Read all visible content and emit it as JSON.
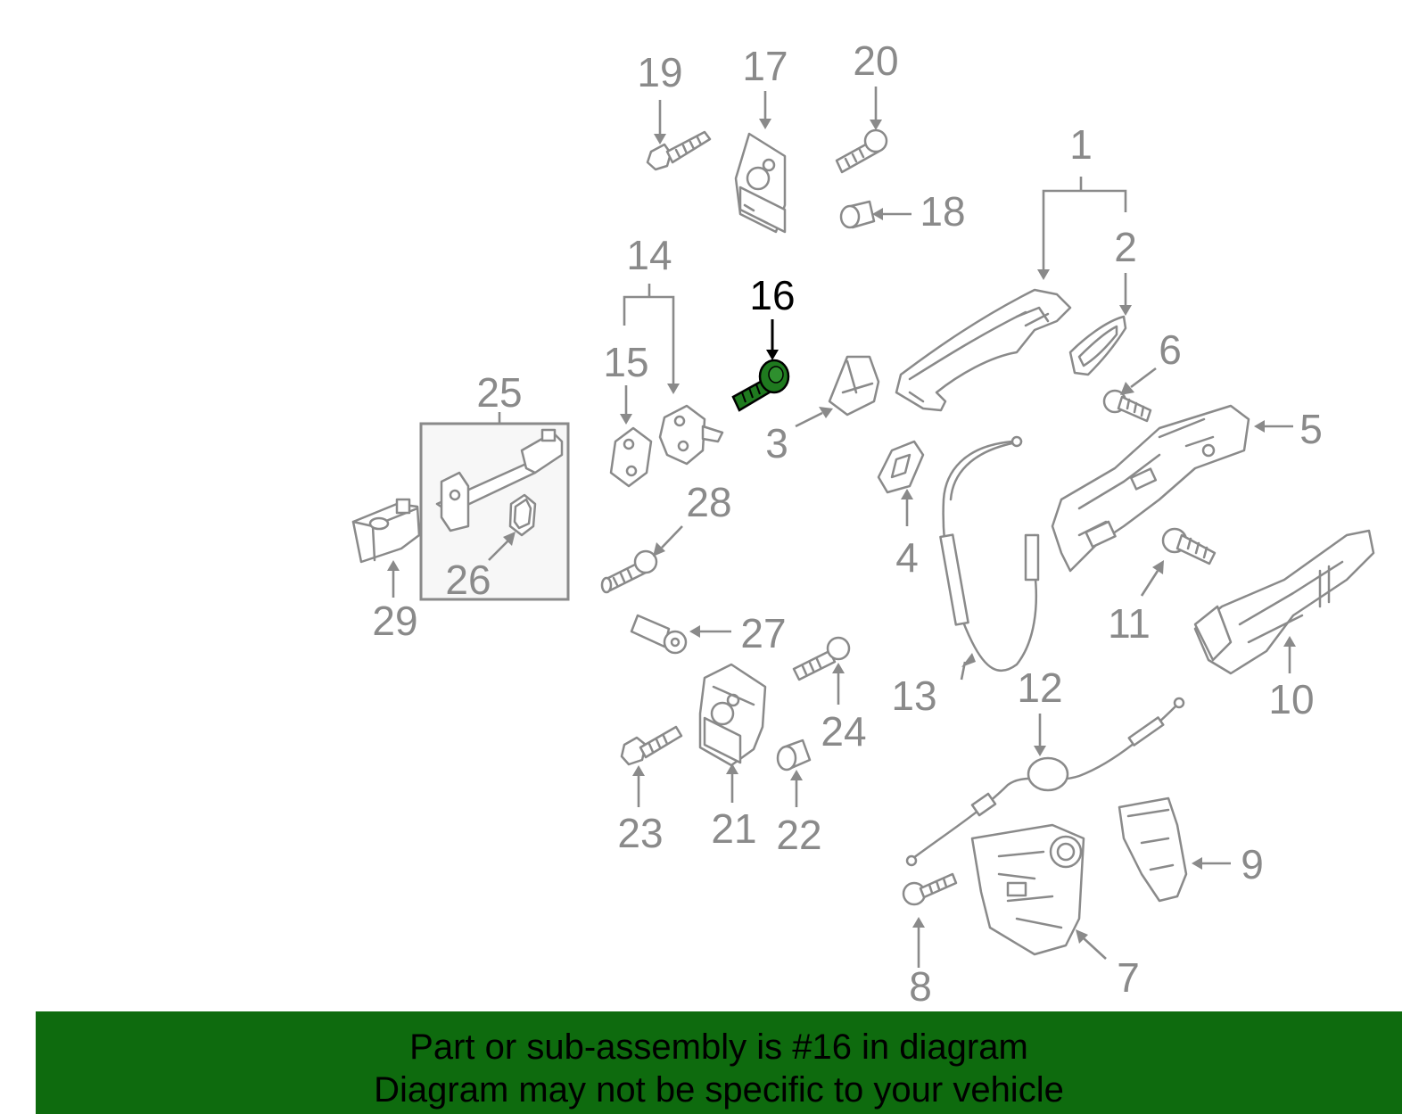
{
  "diagram": {
    "highlighted_part": "16",
    "colors": {
      "line": "#8a8a8a",
      "highlight_part": "#1f7a1f",
      "banner": "#0e6b0e"
    },
    "callouts": [
      "1",
      "2",
      "3",
      "4",
      "5",
      "6",
      "7",
      "8",
      "9",
      "10",
      "11",
      "12",
      "13",
      "14",
      "15",
      "16",
      "17",
      "18",
      "19",
      "20",
      "21",
      "22",
      "23",
      "24",
      "25",
      "26",
      "27",
      "28",
      "29"
    ]
  },
  "banner": {
    "line1": "Part or sub-assembly is #16 in diagram",
    "line2": "Diagram may not be specific to your vehicle"
  }
}
